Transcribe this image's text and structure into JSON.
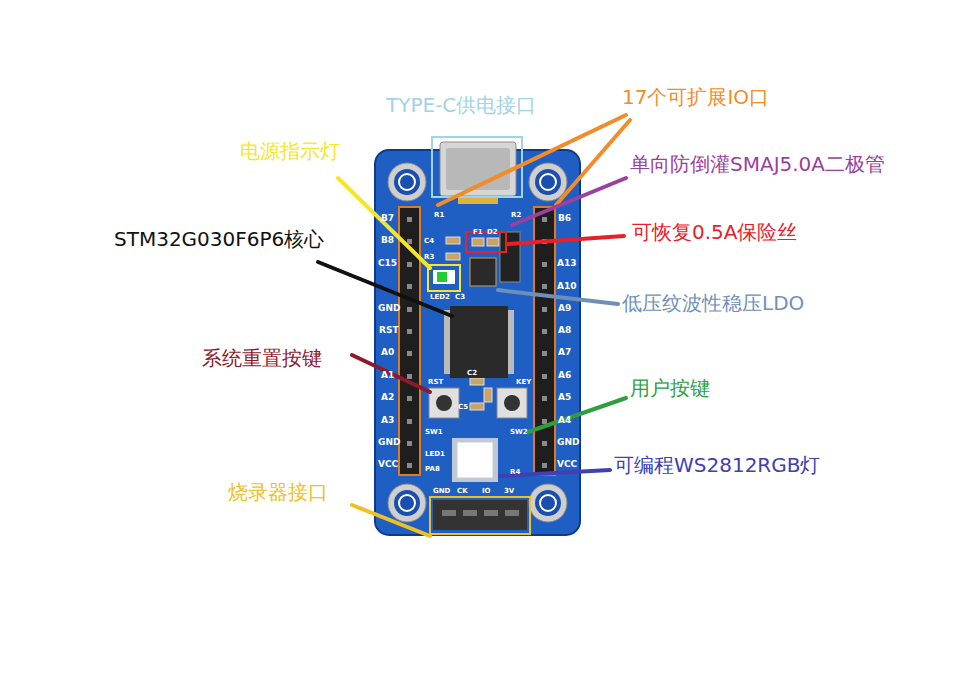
{
  "diagram": {
    "labels": [
      "TYPE-C供电接口",
      "17个可扩展IO口",
      "电源指示灯",
      "单向防倒灌SMAJ5.0A二极管",
      "STM32G030F6P6核心",
      "可恢复0.5A保险丝",
      "低压纹波性稳压LDO",
      "系统重置按键",
      "用户按键",
      "可编程WS2812RGB灯",
      "烧录器接口",
      "B7",
      "B8",
      "C15",
      "GND",
      "RST",
      "A0",
      "A1",
      "A2",
      "A3",
      "GND",
      "VCC",
      "B6",
      "A13",
      "A10",
      "A9",
      "A8",
      "A7",
      "A6",
      "A5",
      "A4",
      "GND",
      "VCC",
      "R1",
      "F1",
      "D2",
      "R2",
      "C4",
      "R3",
      "LED2",
      "C3",
      "C2",
      "C5",
      "SW1",
      "SW2",
      "LED1",
      "PA8",
      "R4",
      "RST",
      "KEY",
      "GND",
      "CK",
      "IO",
      "3V"
    ]
  }
}
